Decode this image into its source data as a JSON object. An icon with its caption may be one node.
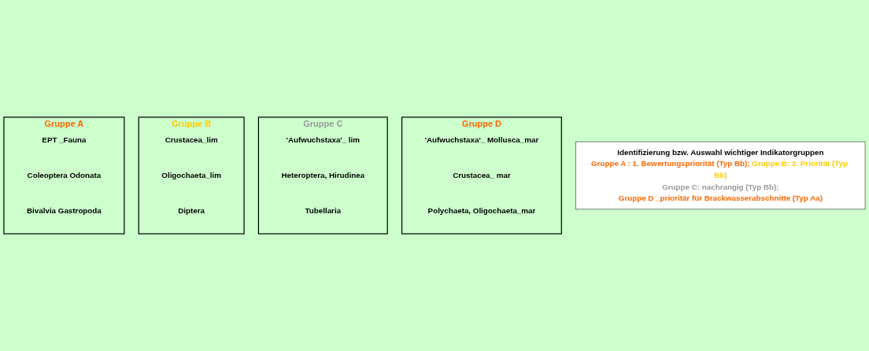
{
  "diagram": {
    "nodes": [
      {
        "text": [
          "Identifizierung bzw. Auswahl wichtiger Indikatorgruppen",
          "Gruppe A : 1. Bewertungspriorität (Typ Bb);",
          "Gruppe B: 2. Priorität (Typ Bb)",
          "Gruppe C: nachrangig (Typ Bb);",
          "Gruppe D _prioritär für Brackwasserabschnitte (Typ Aa)"
        ]
      },
      {
        "text": [
          "Gruppe A"
        ]
      },
      {
        "text": [
          "EPT _Fauna"
        ],
        "in": 1
      },
      {
        "text": [
          "Coleoptera Odonata"
        ],
        "in": 1
      },
      {
        "text": [
          "Bivalvia Gastropoda"
        ],
        "in": 1
      },
      {
        "text": [
          "Gruppe B"
        ]
      },
      {
        "text": [
          "Crustacea_lim"
        ],
        "in": 5
      },
      {
        "text": [
          "Oligochaeta_lim"
        ],
        "in": 5
      },
      {
        "text": [
          "Diptera"
        ],
        "in": 5
      },
      {
        "text": [
          "Gruppe C"
        ]
      },
      {
        "text": [
          "'Aufwuchstaxa'_ lim"
        ],
        "in": 9
      },
      {
        "text": [
          "Heteroptera, Hirudinea"
        ],
        "in": 9
      },
      {
        "text": [
          "Tubellaria"
        ],
        "in": 9
      },
      {
        "text": [
          "Gruppe D"
        ]
      },
      {
        "text": [
          "'Aufwuchstaxa'_ Mollusca_mar"
        ],
        "in": 13
      },
      {
        "text": [
          "Crustacea_ mar"
        ],
        "in": 13
      },
      {
        "text": [
          "Polychaeta, Oligochaeta_mar"
        ],
        "in": 13
      }
    ],
    "edges": []
  }
}
